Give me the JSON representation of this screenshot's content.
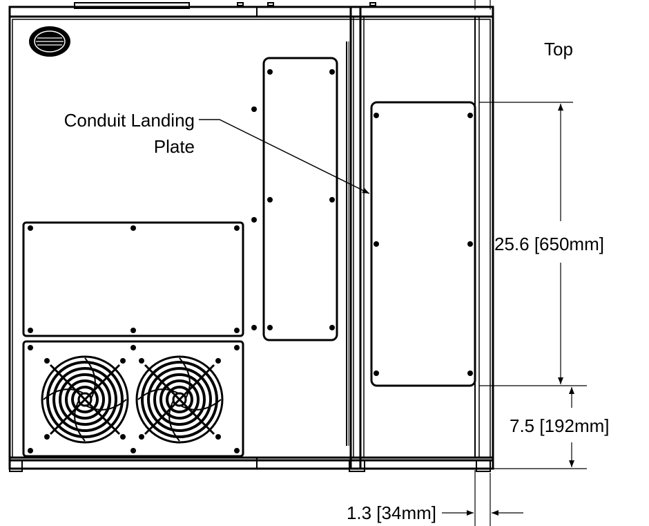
{
  "view_label": "Top",
  "callout": {
    "line1": "Conduit Landing",
    "line2": "Plate"
  },
  "dimensions": {
    "height": "25.6 [650mm]",
    "offset": "7.5 [192mm]",
    "width": "1.3 [34mm]"
  },
  "colors": {
    "line": "#000000",
    "background": "#ffffff"
  },
  "icons": [
    "fan-icon",
    "vent-grille-icon"
  ]
}
